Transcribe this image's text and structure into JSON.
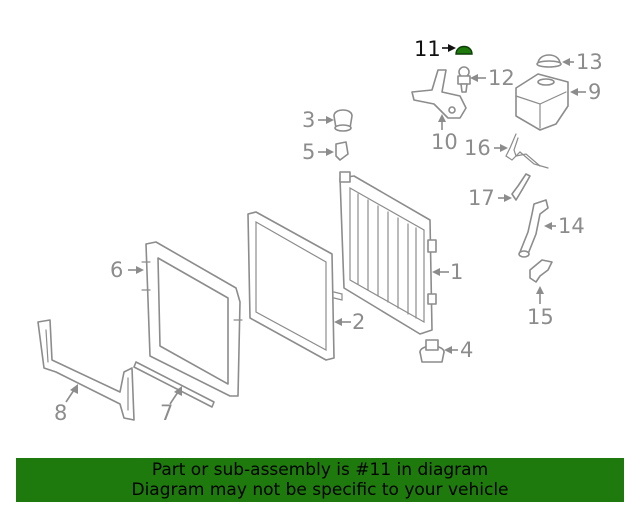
{
  "callouts": {
    "c1": "1",
    "c2": "2",
    "c3": "3",
    "c4": "4",
    "c5": "5",
    "c6": "6",
    "c7": "7",
    "c8": "8",
    "c9": "9",
    "c10": "10",
    "c11": "11",
    "c12": "12",
    "c13": "13",
    "c14": "14",
    "c15": "15",
    "c16": "16",
    "c17": "17"
  },
  "highlight": {
    "part": "11",
    "color": "#1e7a0c"
  },
  "banner": {
    "line1": "Part or sub-assembly is #11 in diagram",
    "line2": "Diagram may not be specific to your vehicle",
    "color": "#1e7a0c"
  }
}
